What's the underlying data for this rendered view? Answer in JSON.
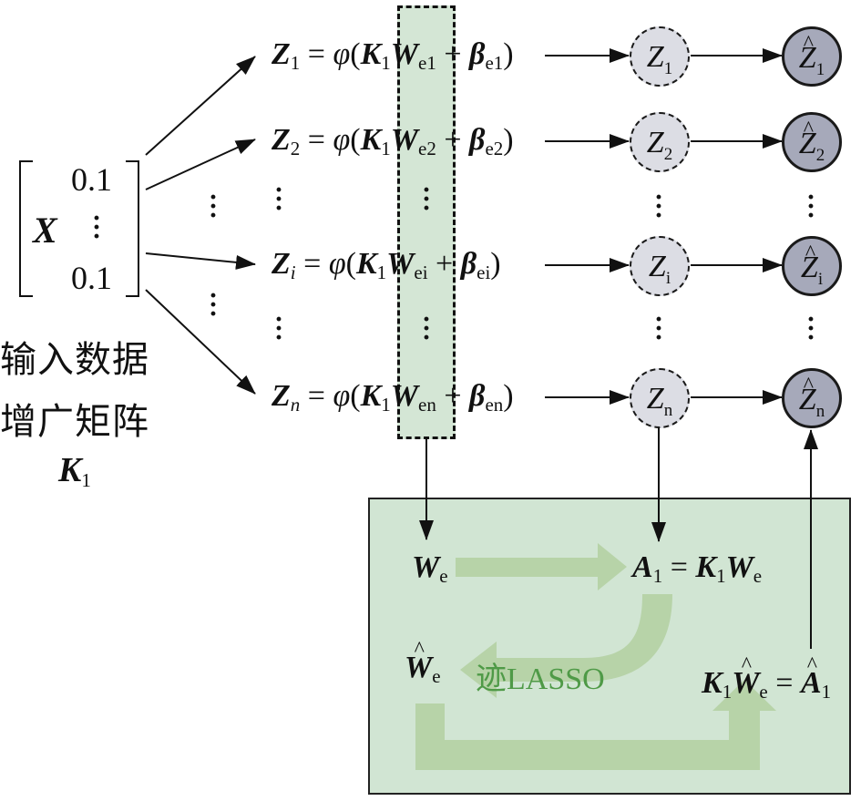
{
  "input": {
    "matrix_symbol": "X",
    "entry_top": "0.1",
    "entry_bottom": "0.1",
    "caption_line1": "输入数据",
    "caption_line2": "增广矩阵",
    "caption_symbol": "K",
    "caption_sub": "1"
  },
  "equations": [
    {
      "z": "Z",
      "sub": "1",
      "w_sub": "e1",
      "b_sub": "e1",
      "sub_italic": false
    },
    {
      "z": "Z",
      "sub": "2",
      "w_sub": "e2",
      "b_sub": "e2",
      "sub_italic": false
    },
    {
      "z": "Z",
      "sub": "i",
      "w_sub": "ei",
      "b_sub": "ei",
      "sub_italic": true
    },
    {
      "z": "Z",
      "sub": "n",
      "w_sub": "en",
      "b_sub": "en",
      "sub_italic": true
    }
  ],
  "nodes": {
    "latent": [
      "1",
      "2",
      "i",
      "n"
    ],
    "recon": [
      "1",
      "2",
      "i",
      "n"
    ],
    "symbol": "Z"
  },
  "box": {
    "we_label": "W",
    "we_sub": "e",
    "a_eq_lhs": "A",
    "a_eq_sub": "1",
    "a_eq_rhs_k": "K",
    "a_eq_rhs_ksub": "1",
    "a_eq_rhs_w": "W",
    "a_eq_rhs_wsub": "e",
    "what_label": "W",
    "what_sub": "e",
    "lasso_cn": "迹",
    "lasso_en": "LASSO",
    "out_k": "K",
    "out_ksub": "1",
    "out_w": "W",
    "out_wsub": "e",
    "out_a": "A",
    "out_asub": "1"
  },
  "colors": {
    "highlight_fill": "#d4e6d5",
    "box_fill": "#d1e5d3",
    "flow_arrow": "#b7d3a8",
    "lasso_text": "#4f9a47",
    "latent_node": "#dcdde4",
    "recon_node": "#a6a9ba"
  }
}
